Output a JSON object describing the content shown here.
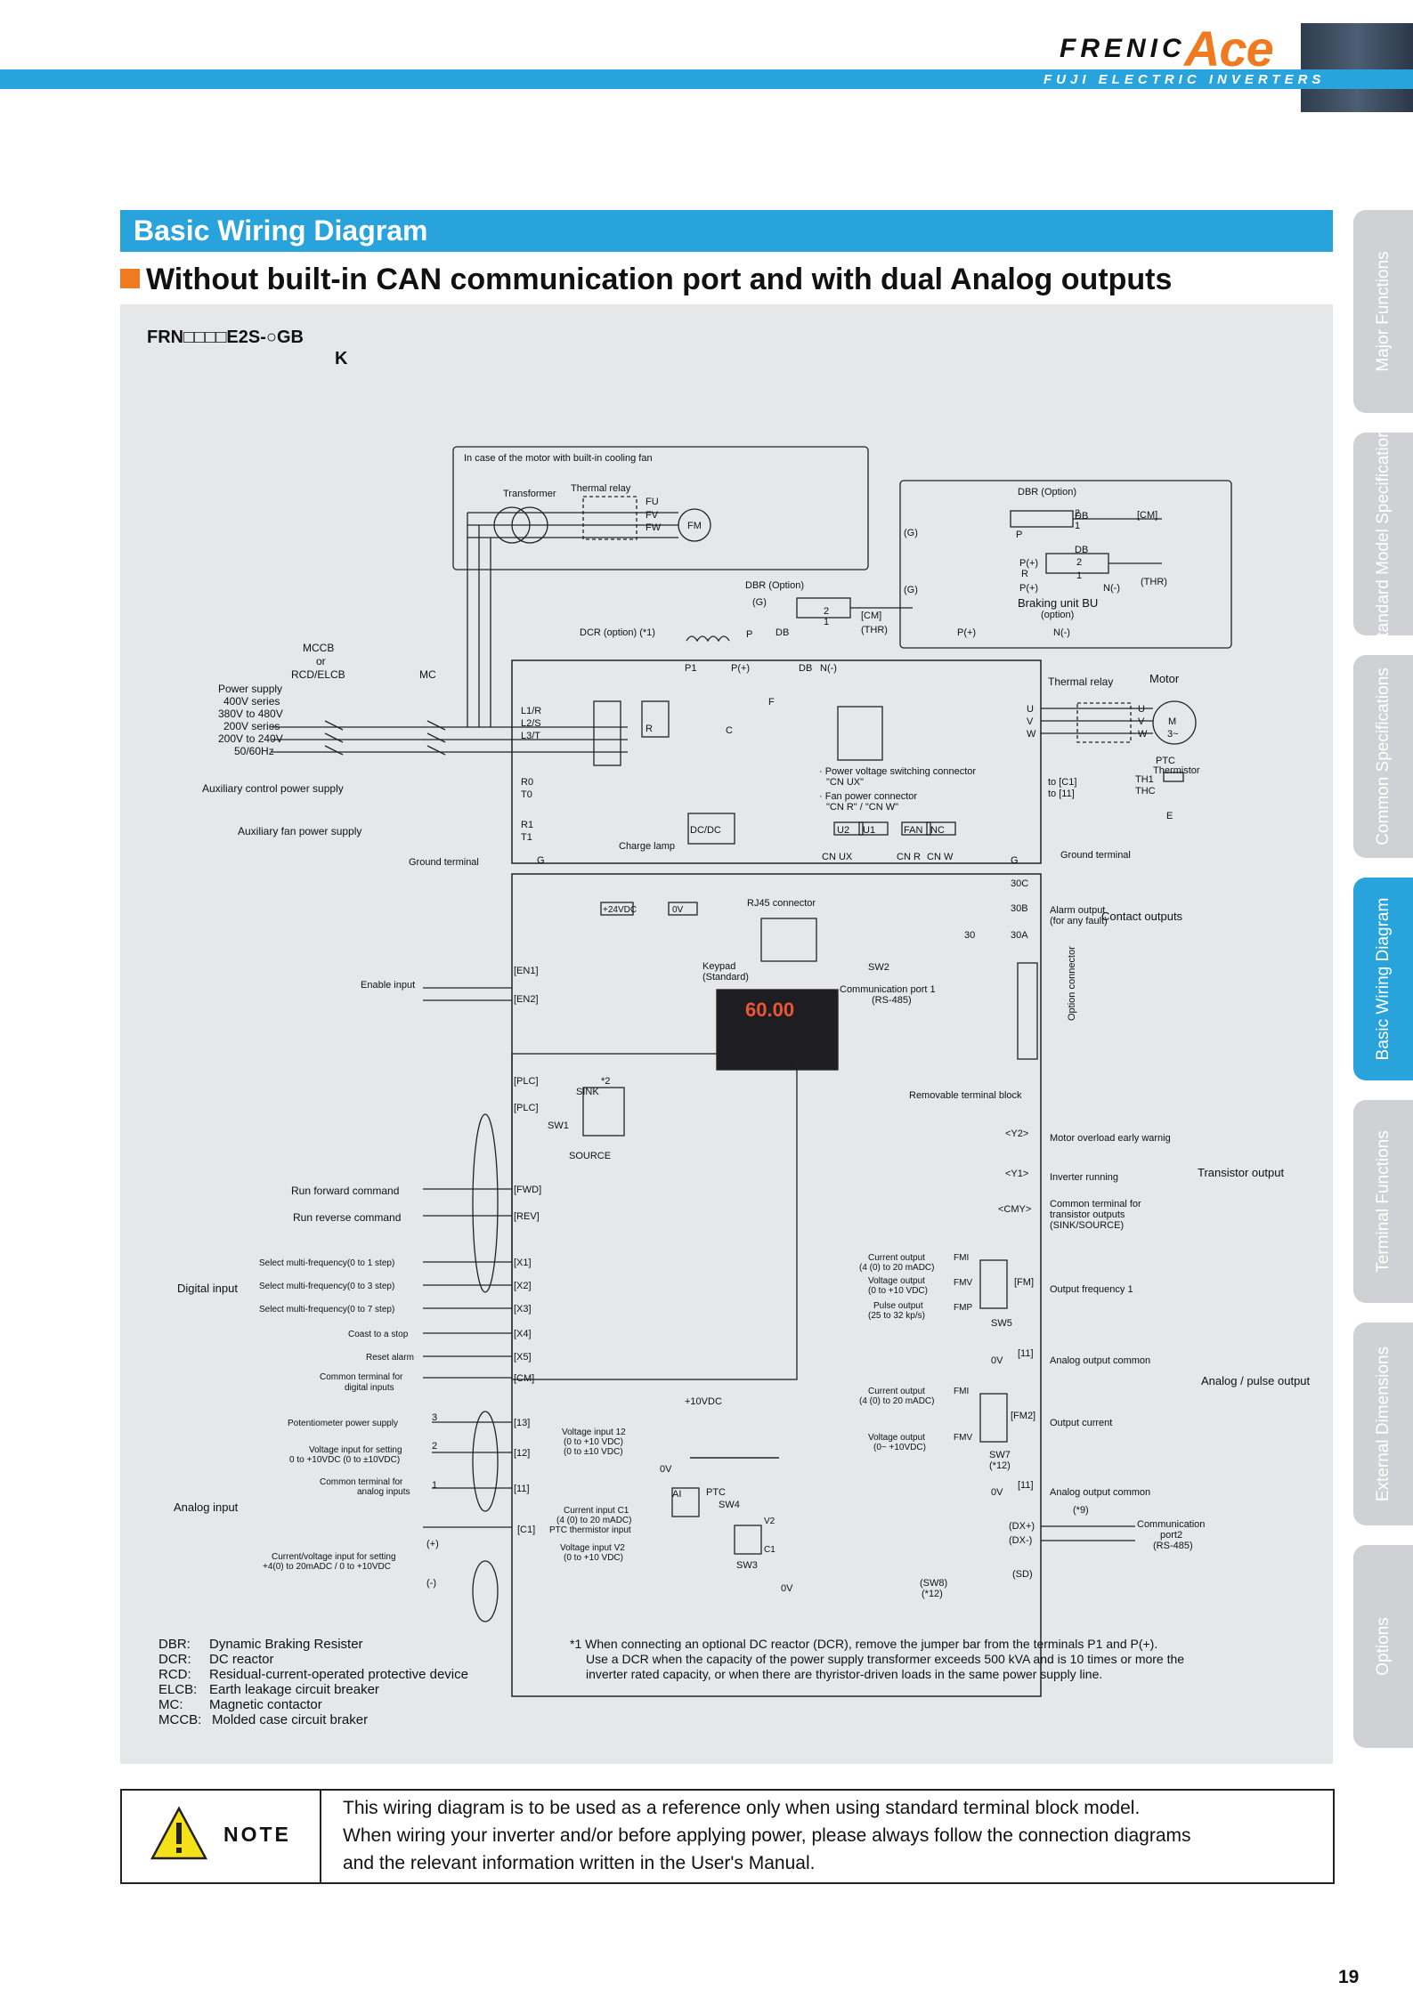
{
  "header": {
    "brand": "FRENIC",
    "brand_accent": "Ace",
    "brand_sub": "FUJI ELECTRIC INVERTERS",
    "accent_color": "#29a3dc",
    "brand_color": "#f07a1f"
  },
  "section_title": "Basic Wiring Diagram",
  "subtitle": "Without built-in CAN communication port and with dual Analog outputs",
  "model": {
    "code": "FRN□□□□E2S-○GB",
    "suffix": "K"
  },
  "diagram": {
    "fan_box_title": "In case of the motor with built-in cooling fan",
    "transformer": "Transformer",
    "thermal_relay": "Thermal relay",
    "fu": "FU",
    "fv": "FV",
    "fw": "FW",
    "fm": "FM",
    "dbr_option": "DBR (Option)",
    "g": "(G)",
    "p": "P",
    "db": "DB",
    "cm": "[CM]",
    "thr": "(THR)",
    "one": "1",
    "two": "2",
    "p_plus_paren": "P(+)",
    "r": "R",
    "n_minus_paren": "N(-)",
    "braking_unit": "Braking unit BU",
    "option": "(option)",
    "dcr_option": "DCR (option) (*1)",
    "p1": "P1",
    "p_plus": "P(+)",
    "db2": "DB",
    "n_minus": "N(-)",
    "mccb": "MCCB",
    "or": "or",
    "rcd_elcb": "RCD/ELCB",
    "mc": "MC",
    "power_supply": "Power supply",
    "v400": "400V series",
    "v380": "380V to 480V",
    "v200": "200V series",
    "v200r": "200V to 240V",
    "hz": "50/60Hz",
    "l1": "L1/R",
    "l2": "L2/S",
    "l3": "L3/T",
    "aux_ctrl": "Auxiliary control power supply",
    "r0": "R0",
    "t0": "T0",
    "aux_fan": "Auxiliary fan power supply",
    "r1": "R1",
    "t1": "T1",
    "ground_terminal": "Ground terminal",
    "g_term": "G",
    "charge_lamp": "Charge lamp",
    "dcdc": "DC/DC",
    "f": "F",
    "c": "C",
    "r_small": "R",
    "conn1": "· Power voltage switching connector",
    "conn1b": "\"CN UX\"",
    "conn2": "· Fan power connector",
    "conn2b": "\"CN R\" / \"CN W\"",
    "u2": "U2",
    "u1": "U1",
    "fan": "FAN",
    "nc": "NC",
    "cnux": "CN UX",
    "cnr": "CN R",
    "cnw": "CN W",
    "u": "U",
    "v": "V",
    "w": "W",
    "motor": "Motor",
    "m": "M",
    "m3": "3~",
    "ptc_thermistor": "PTC",
    "thermistor": "Thermistor",
    "to_c1": "to [C1]",
    "to_11": "to [11]",
    "th1": "TH1",
    "thc": "THC",
    "e": "E",
    "ground_terminal2": "Ground terminal",
    "g2": "G",
    "v24": "+24VDC",
    "zero_v": "0V",
    "rj45": "RJ45 connector",
    "keypad": "Keypad",
    "standard": "(Standard)",
    "keypad_display": "60.00",
    "sw2": "SW2",
    "comm_port1": "Communication port 1",
    "rs485": "(RS-485)",
    "option_connector": "Option connector",
    "c30": "30C",
    "b30": "30B",
    "a30": "30A",
    "n30": "30",
    "alarm_output": "Alarm output",
    "any_fault": "(for any fault)",
    "contact_outputs": "Contact outputs",
    "enable_input": "Enable input",
    "en1": "[EN1]",
    "en2": "[EN2]",
    "removable_tb": "Removable terminal block",
    "plc": "[PLC]",
    "plc2": "[PLC]",
    "star2": "*2",
    "sink": "SINK",
    "sw1": "SW1",
    "source": "SOURCE",
    "y2": "<Y2>",
    "y1": "<Y1>",
    "cmy": "<CMY>",
    "motor_overload": "Motor overload early warnig",
    "inverter_running": "Inverter running",
    "common_transistor": "Common terminal for",
    "common_transistor2": "transistor outputs",
    "sink_source": "(SINK/SOURCE)",
    "transistor_output": "Transistor output",
    "run_fwd": "Run forward command",
    "run_rev": "Run reverse command",
    "fwd": "[FWD]",
    "rev": "[REV]",
    "digital_input": "Digital input",
    "mf1": "Select multi-frequency(0 to 1 step)",
    "mf2": "Select multi-frequency(0 to 3 step)",
    "mf3": "Select multi-frequency(0 to 7 step)",
    "coast": "Coast to a stop",
    "reset": "Reset alarm",
    "common_digital": "Common terminal for",
    "common_digital2": "digital inputs",
    "x1": "[X1]",
    "x2": "[X2]",
    "x3": "[X3]",
    "x4": "[X4]",
    "x5": "[X5]",
    "cur_out": "Current output",
    "cur_out_range": "(4 (0) to 20 mADC)",
    "volt_out": "Voltage output",
    "volt_out_range": "(0 to +10 VDC)",
    "pulse_out": "Pulse output",
    "pulse_range": "(25 to 32 kp/s)",
    "fmi": "FMI",
    "fmv": "FMV",
    "fmp": "FMP",
    "fm_term": "[FM]",
    "sw5": "SW5",
    "output_freq": "Output frequency 1",
    "dv": "0V",
    "t11": "[11]",
    "analog_common": "Analog output common",
    "analog_pulse": "Analog / pulse output",
    "cur_out2": "Current output",
    "cur_out2_range": "(4 (0) to 20 mADC)",
    "volt_out2": "Voltage output",
    "volt_out2_range": "(0~ +10VDC)",
    "fmi2": "FMI",
    "fmv2": "FMV",
    "fm2": "[FM2]",
    "sw7": "SW7",
    "star12": "(*12)",
    "output_current": "Output current",
    "dv2": "0V",
    "t11b": "[11]",
    "analog_common2": "Analog output common",
    "v10": "+10VDC",
    "pot_supply": "Potentiometer power supply",
    "t13": "[13]",
    "volt_in_set": "Voltage input for setting",
    "volt_in_range": "0 to +10VDC (0 to ±10VDC)",
    "t12": "[12]",
    "volt_in12": "Voltage input 12",
    "volt_in12a": "(0 to +10 VDC)",
    "volt_in12b": "(0 to ±10 VDC)",
    "common_analog": "Common terminal for",
    "common_analog2": "analog inputs",
    "t11c": "[11]",
    "analog_input": "Analog input",
    "dv3": "0V",
    "ai": "AI",
    "ptc": "PTC",
    "sw4": "SW4",
    "cur_in_c1": "Current input C1",
    "cur_in_c1r": "(4 (0) to 20 mADC)",
    "ptc_in": "PTC thermistor input",
    "c1": "[C1]",
    "volt_in_v2": "Voltage input V2",
    "volt_in_v2r": "(0 to +10 VDC)",
    "v2": "V2",
    "c1s": "C1",
    "sw3": "SW3",
    "dv4": "0V",
    "cur_volt_set": "Current/voltage input for setting",
    "cur_volt_range": "+4(0) to 20mADC / 0 to +10VDC",
    "plus": "(+)",
    "minus": "(-)",
    "n3": "3",
    "n2": "2",
    "n1": "1",
    "dxp": "(DX+)",
    "dxm": "(DX-)",
    "sd": "(SD)",
    "star9": "(*9)",
    "comm_port2": "Communication",
    "comm_port2b": "port2",
    "comm_port2c": "(RS-485)",
    "sw8": "(SW8)",
    "star12b": "(*12)",
    "thermal_relay2": "Thermal relay"
  },
  "legend": [
    {
      "abbr": "DBR:",
      "text": "Dynamic Braking Resister"
    },
    {
      "abbr": "DCR:",
      "text": "DC reactor"
    },
    {
      "abbr": "RCD:",
      "text": "Residual-current-operated protective device"
    },
    {
      "abbr": "ELCB:",
      "text": "Earth leakage circuit breaker"
    },
    {
      "abbr": "MC:",
      "text": "Magnetic contactor"
    },
    {
      "abbr": "MCCB:",
      "text": "Molded case circuit braker"
    }
  ],
  "footnote": [
    "*1 When connecting an optional DC reactor (DCR), remove the jumper bar from the terminals P1 and P(+).",
    "Use a DCR when the capacity of the power supply transformer exceeds 500 kVA and is 10 times or more the",
    "inverter rated capacity, or when there are thyristor-driven loads in the same power supply line."
  ],
  "side_tabs": [
    "Major Functions",
    "Standard Model Specifications",
    "Common Specifications",
    "Basic Wiring Diagram",
    "Terminal Functions",
    "External Dimensions",
    "Options"
  ],
  "note": {
    "label": "NOTE",
    "lines": [
      "This wiring diagram is to be used as a reference only when using standard terminal block model.",
      "When wiring your inverter and/or before applying power, please always follow the connection diagrams",
      "and the relevant information written in the User's Manual."
    ]
  },
  "page_number": "19"
}
